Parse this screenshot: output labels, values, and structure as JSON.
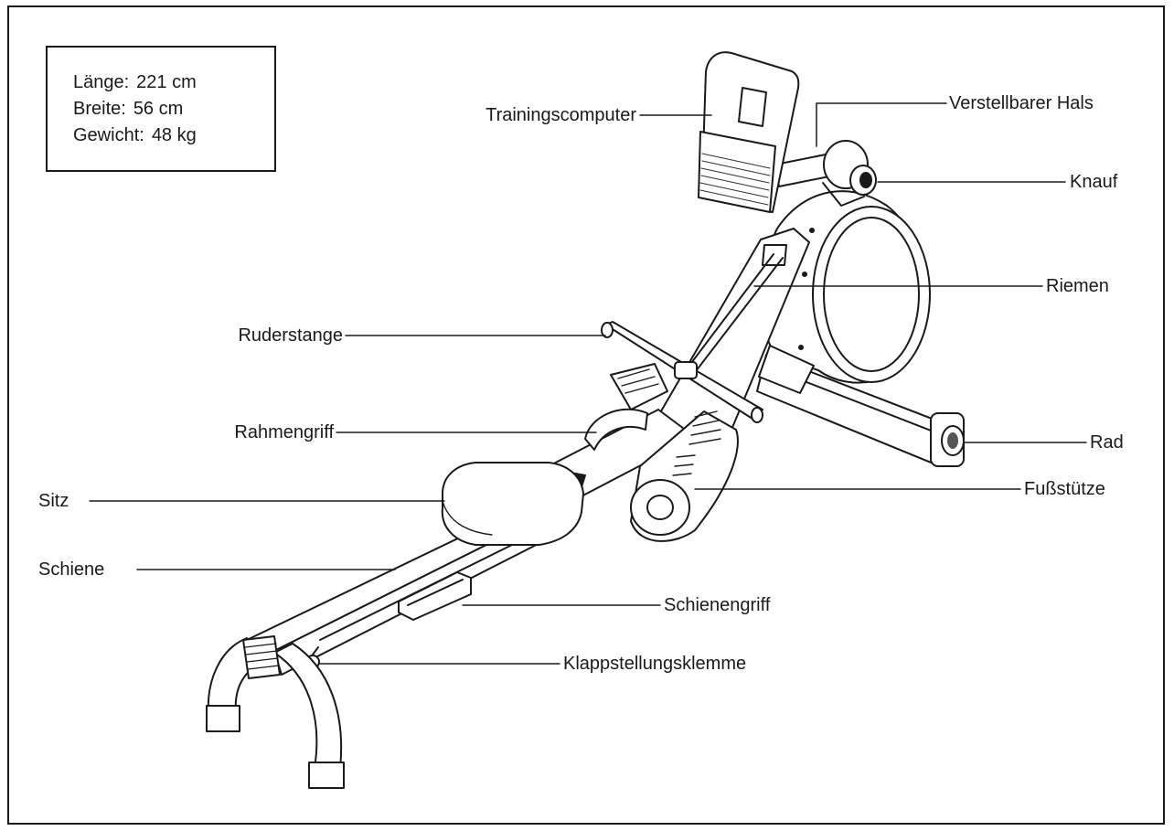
{
  "specs": {
    "length": {
      "label": "Länge:",
      "value": "221 cm"
    },
    "width": {
      "label": "Breite:",
      "value": "56 cm"
    },
    "weight": {
      "label": "Gewicht:",
      "value": "48 kg"
    }
  },
  "labels": {
    "trainingscomputer": "Trainingscomputer",
    "verstellbarer_hals": "Verstellbarer Hals",
    "knauf": "Knauf",
    "riemen": "Riemen",
    "ruderstange": "Ruderstange",
    "rahmengriff": "Rahmengriff",
    "rad": "Rad",
    "sitz": "Sitz",
    "fussstuetze": "Fußstütze",
    "schiene": "Schiene",
    "schienengriff": "Schienengriff",
    "klappstellungsklemme": "Klappstellungsklemme"
  }
}
